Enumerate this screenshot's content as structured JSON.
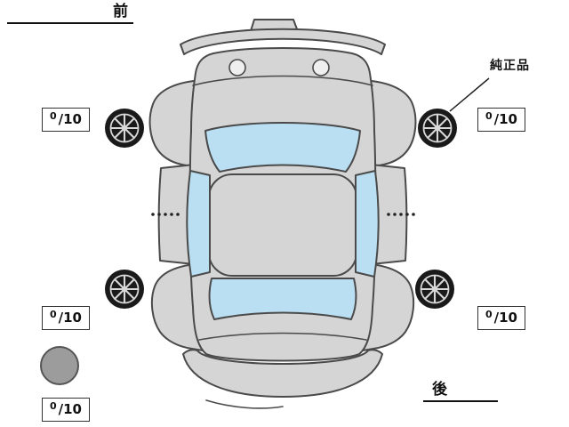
{
  "labels": {
    "front": "前",
    "rear": "後",
    "genuine_part": "純正品"
  },
  "scores": {
    "front_left": {
      "value": "0",
      "denominator": "/10"
    },
    "front_right": {
      "value": "0",
      "denominator": "/10"
    },
    "rear_left": {
      "value": "0",
      "denominator": "/10"
    },
    "rear_right": {
      "value": "0",
      "denominator": "/10"
    },
    "spare": {
      "value": "0",
      "denominator": "/10"
    }
  },
  "colors": {
    "car_body": "#d5d5d5",
    "outline": "#4a4a4a",
    "window_glass": "#badff2",
    "wheel_tire": "#1a1a1a",
    "wheel_spoke": "#d8d8d8",
    "spare_tire": "#9c9c9c",
    "score_border": "#333333"
  }
}
